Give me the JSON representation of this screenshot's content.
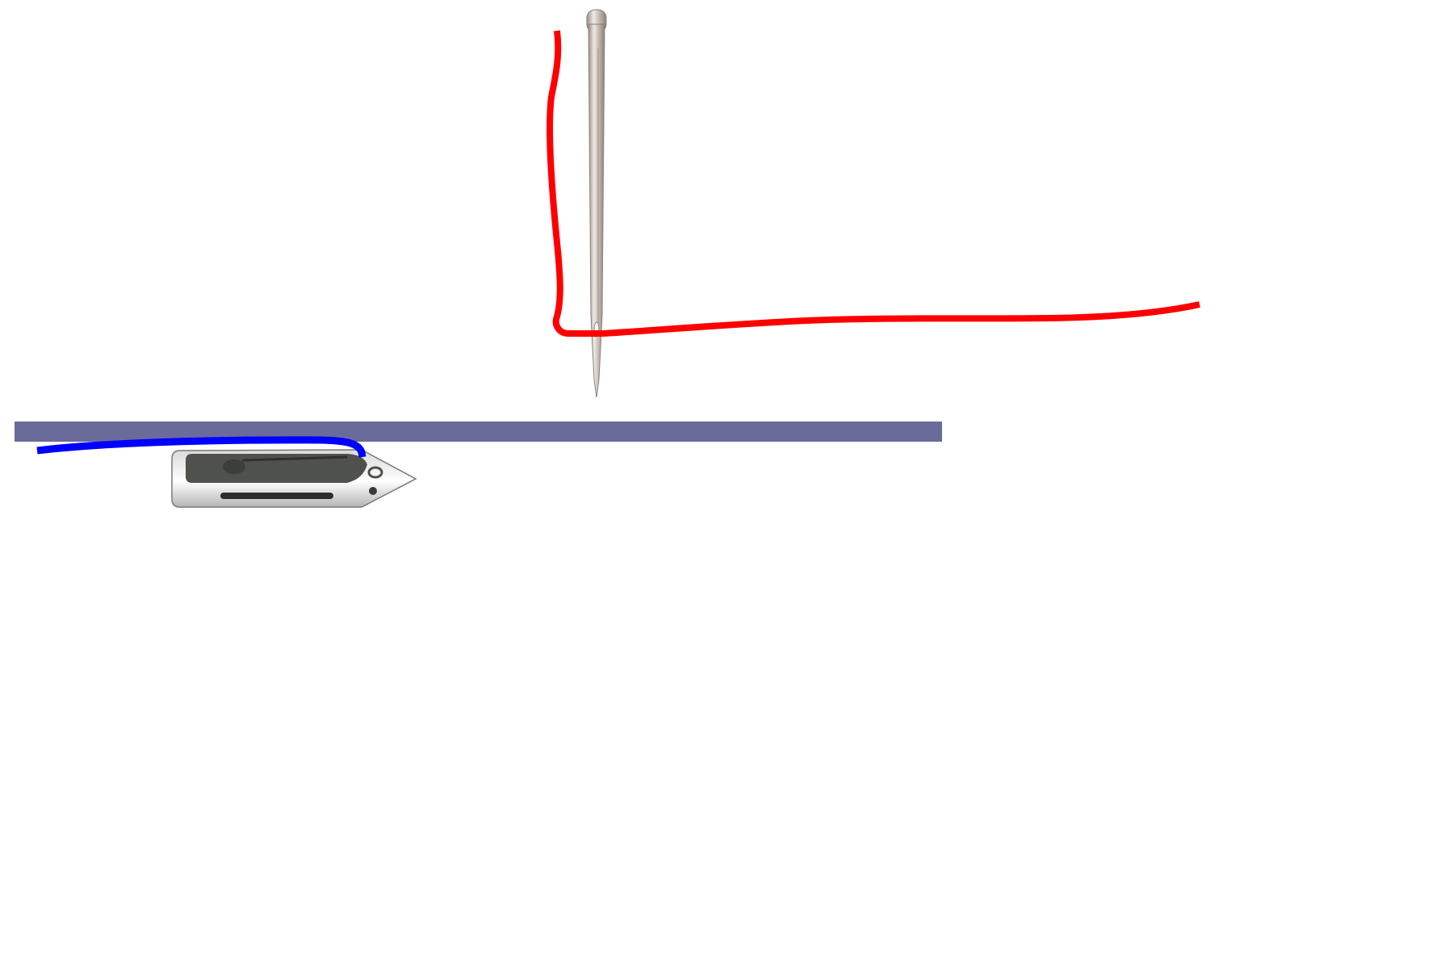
{
  "diagram": {
    "subject": "lockstitch-formation",
    "components": [
      {
        "id": "needle",
        "icon": "sewing-needle-icon"
      },
      {
        "id": "needle-thread",
        "color": "#ff0000"
      },
      {
        "id": "fabric",
        "color": "#6b6b9b"
      },
      {
        "id": "bobbin-thread",
        "color": "#0000ff"
      },
      {
        "id": "shuttle",
        "icon": "boat-shuttle-icon"
      }
    ]
  }
}
